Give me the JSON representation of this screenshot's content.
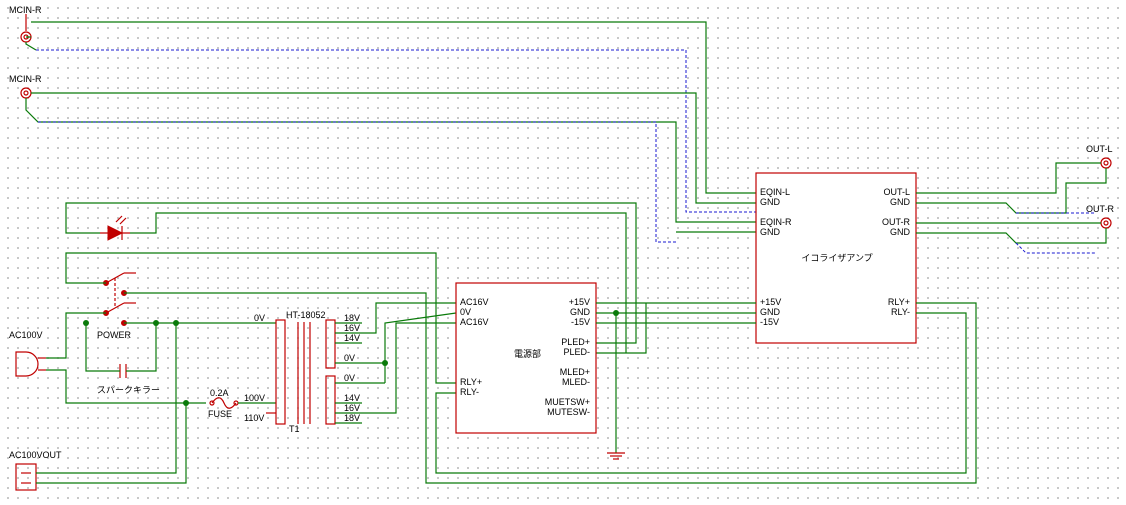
{
  "title": "",
  "colors": {
    "wire": "#0a7a0a",
    "component": "#c00000",
    "shield": "#1a1ad0",
    "grid": "#b9b9b9"
  },
  "connectors": {
    "mcin_top": "MCIN-R",
    "mcin_mid": "MCIN-R",
    "out_l": "OUT-L",
    "out_r": "OUT-R",
    "ac_in": "AC100V",
    "ac_out": "AC100VOUT"
  },
  "switch": {
    "label": "POWER"
  },
  "spark_killer": {
    "label": "スパークキラー"
  },
  "fuse": {
    "rating": "0.2A",
    "label": "FUSE"
  },
  "transformer": {
    "part": "HT-18052",
    "ref": "T1",
    "primary": [
      "0V",
      "100V",
      "110V"
    ],
    "secondary_a": [
      "18V",
      "16V",
      "14V",
      "0V"
    ],
    "secondary_b": [
      "0V",
      "14V",
      "16V",
      "18V"
    ]
  },
  "power_block": {
    "name": "電源部",
    "left_pins": [
      "AC16V",
      "0V",
      "AC16V",
      "RLY+",
      "RLY-"
    ],
    "right_pins": [
      "+15V",
      "GND",
      "-15V",
      "PLED+",
      "PLED-",
      "MLED+",
      "MLED-",
      "MUETSW+",
      "MUTESW-"
    ]
  },
  "eq_block": {
    "name": "イコライザアンプ",
    "left_pins": [
      "EQIN-L",
      "GND",
      "EQIN-R",
      "GND",
      "+15V",
      "GND",
      "-15V"
    ],
    "right_pins": [
      "OUT-L",
      "GND",
      "OUT-R",
      "GND",
      "RLY+",
      "RLY-"
    ]
  }
}
